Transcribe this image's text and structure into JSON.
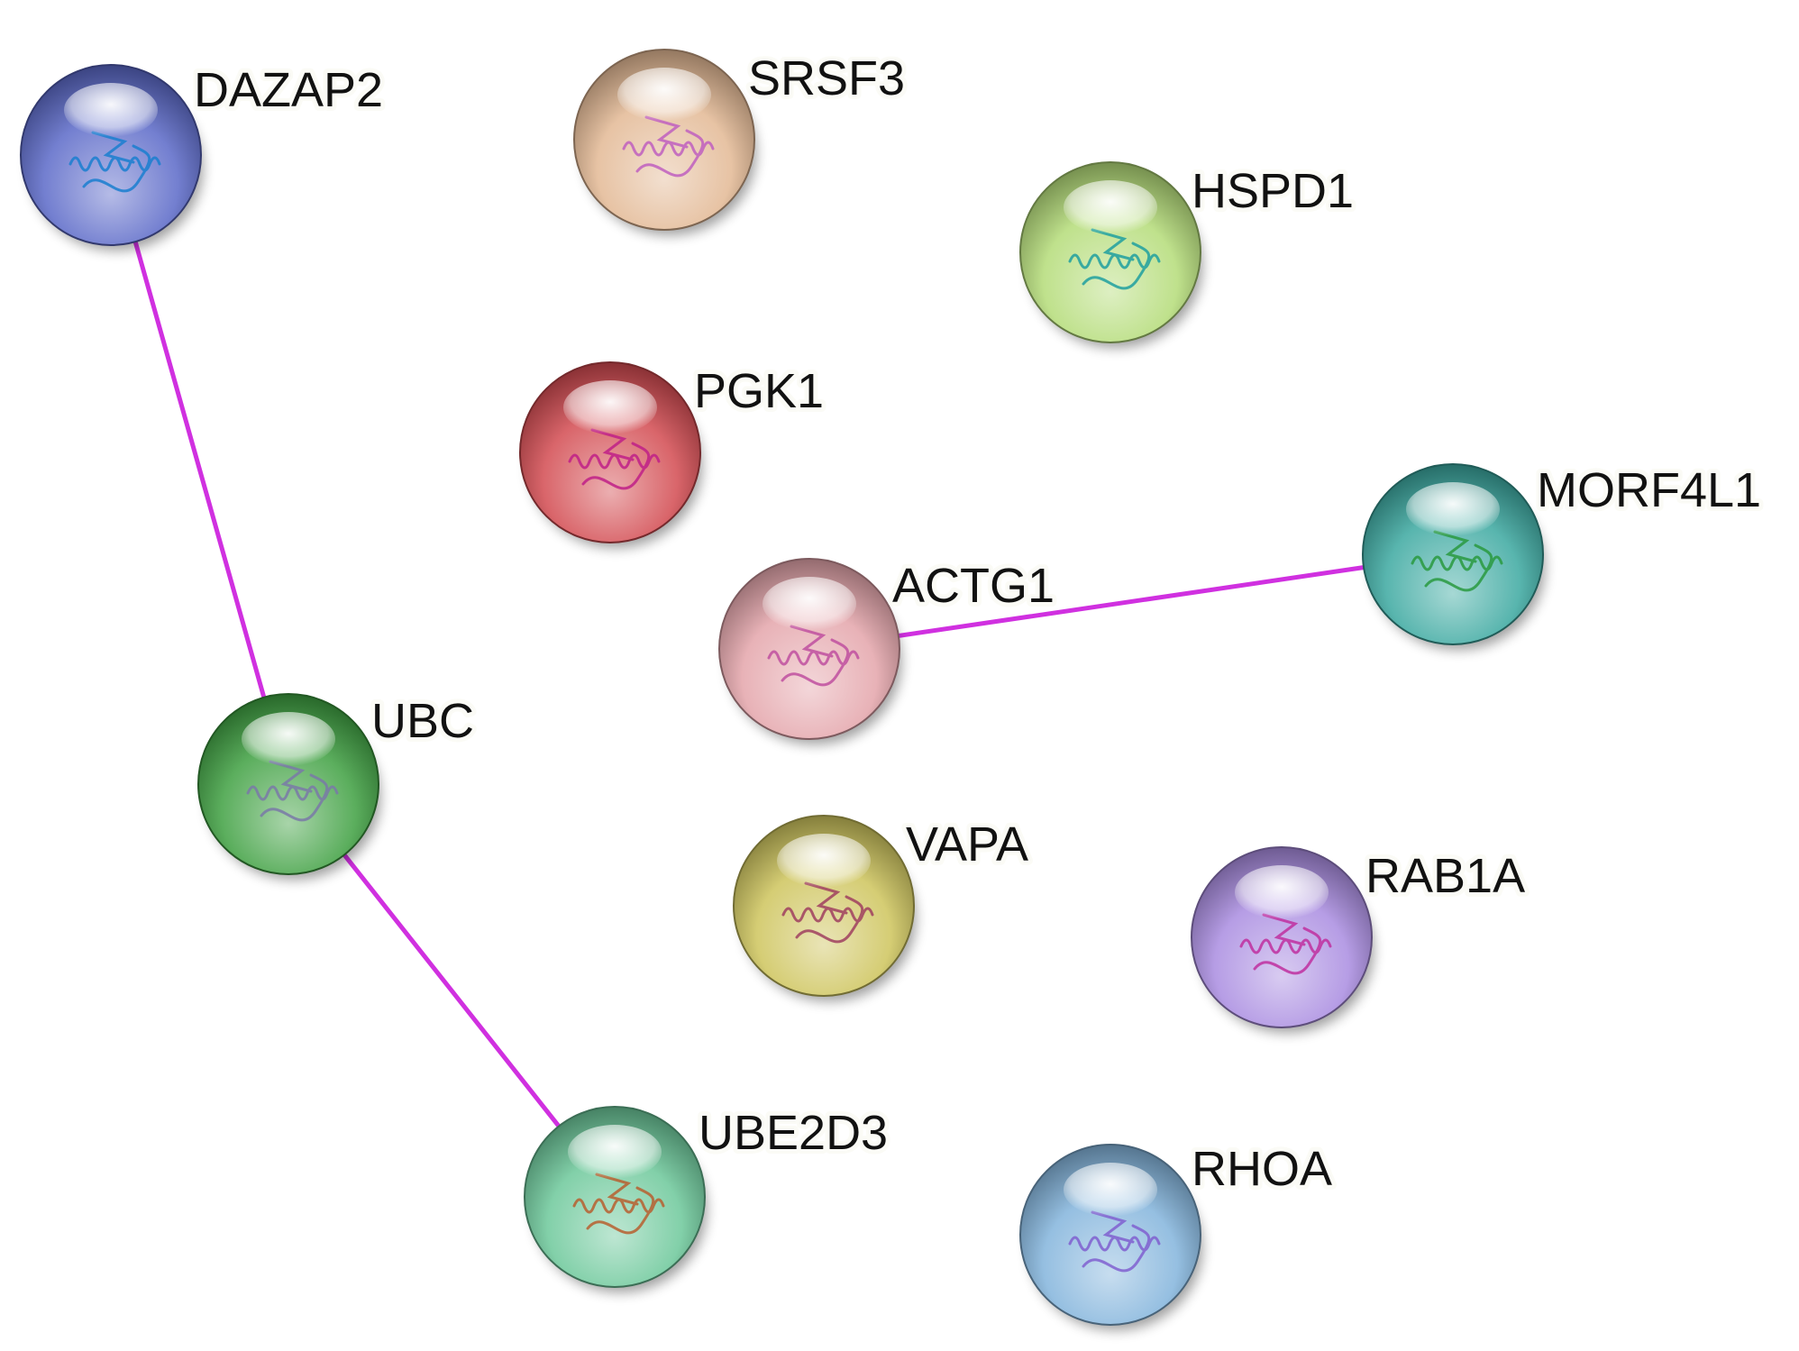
{
  "network": {
    "nodes": [
      {
        "id": "DAZAP2",
        "label": "DAZAP2",
        "color": "#5a68c8",
        "structure_color": "#1a7fd0"
      },
      {
        "id": "SRSF3",
        "label": "SRSF3",
        "color": "#e3b894",
        "structure_color": "#c060c0"
      },
      {
        "id": "HSPD1",
        "label": "HSPD1",
        "color": "#b4dc78",
        "structure_color": "#20a0a0"
      },
      {
        "id": "PGK1",
        "label": "PGK1",
        "color": "#d24a50",
        "structure_color": "#c02088"
      },
      {
        "id": "MORF4L1",
        "label": "MORF4L1",
        "color": "#3aa8a0",
        "structure_color": "#2a9a40"
      },
      {
        "id": "ACTG1",
        "label": "ACTG1",
        "color": "#e4a4aa",
        "structure_color": "#c050a0"
      },
      {
        "id": "UBC",
        "label": "UBC",
        "color": "#3ea040",
        "structure_color": "#7a7aa8"
      },
      {
        "id": "VAPA",
        "label": "VAPA",
        "color": "#cdc45c",
        "structure_color": "#a04060"
      },
      {
        "id": "RAB1A",
        "label": "RAB1A",
        "color": "#a98ce0",
        "structure_color": "#c030a0"
      },
      {
        "id": "UBE2D3",
        "label": "UBE2D3",
        "color": "#6cc89a",
        "structure_color": "#b86030"
      },
      {
        "id": "RHOA",
        "label": "RHOA",
        "color": "#82b4dc",
        "structure_color": "#8060d0"
      }
    ],
    "edges": [
      {
        "source": "DAZAP2",
        "target": "UBC"
      },
      {
        "source": "UBC",
        "target": "UBE2D3"
      },
      {
        "source": "ACTG1",
        "target": "MORF4L1"
      }
    ],
    "edge_color": "#d030e0"
  }
}
